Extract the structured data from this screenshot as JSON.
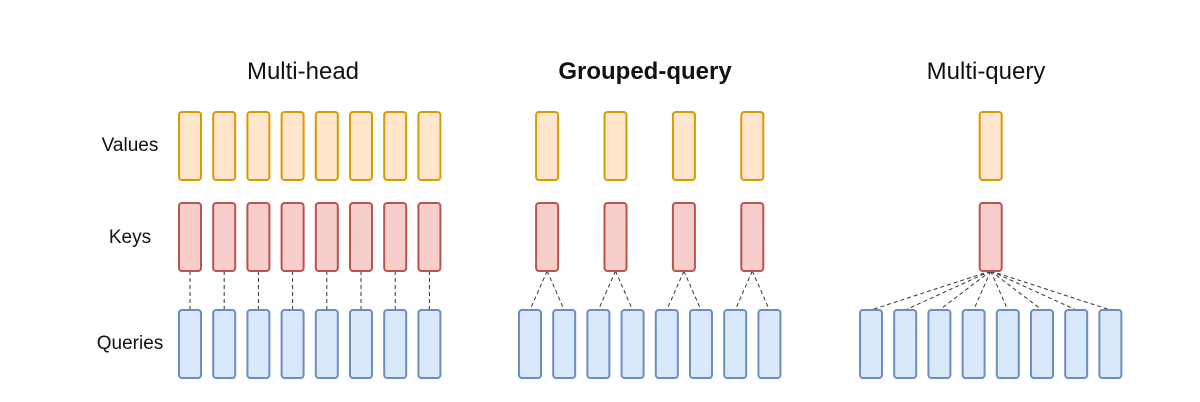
{
  "rows": {
    "values_label": "Values",
    "keys_label": "Keys",
    "queries_label": "Queries"
  },
  "panels": [
    {
      "id": "multi-head",
      "title": "Multi-head",
      "bold": false,
      "num_values": 8,
      "num_keys": 8,
      "num_queries": 8,
      "group_size": 1
    },
    {
      "id": "grouped-query",
      "title": "Grouped-query",
      "bold": true,
      "num_values": 4,
      "num_keys": 4,
      "num_queries": 8,
      "group_size": 2
    },
    {
      "id": "multi-query",
      "title": "Multi-query",
      "bold": false,
      "num_values": 1,
      "num_keys": 1,
      "num_queries": 8,
      "group_size": 8
    }
  ],
  "colors": {
    "values_fill": "#ffe6cc",
    "values_stroke": "#d79b00",
    "keys_fill": "#f8cecc",
    "keys_stroke": "#b85450",
    "queries_fill": "#dae8fc",
    "queries_stroke": "#6c8ebf",
    "connector": "#333333"
  }
}
